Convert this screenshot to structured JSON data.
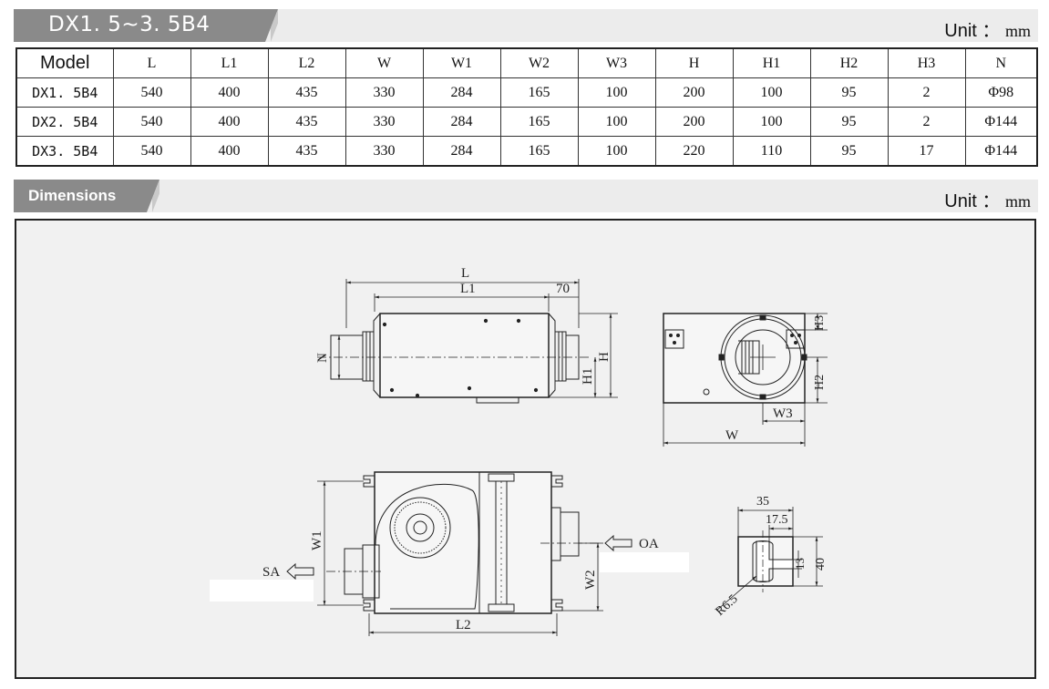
{
  "header": {
    "title": "DX1. 5~3. 5B4",
    "unit_label": "Unit",
    "unit_sep": "：",
    "unit_value": "mm"
  },
  "table": {
    "columns": [
      "Model",
      "L",
      "L1",
      "L2",
      "W",
      "W1",
      "W2",
      "W3",
      "H",
      "H1",
      "H2",
      "H3",
      "N"
    ],
    "rows": [
      [
        "DX1. 5B4",
        "540",
        "400",
        "435",
        "330",
        "284",
        "165",
        "100",
        "200",
        "100",
        "95",
        "2",
        "Φ98"
      ],
      [
        "DX2. 5B4",
        "540",
        "400",
        "435",
        "330",
        "284",
        "165",
        "100",
        "200",
        "100",
        "95",
        "2",
        "Φ144"
      ],
      [
        "DX3. 5B4",
        "540",
        "400",
        "435",
        "330",
        "284",
        "165",
        "100",
        "220",
        "110",
        "95",
        "17",
        "Φ144"
      ]
    ]
  },
  "dimensions_section": {
    "title": "Dimensions",
    "unit_label": "Unit",
    "unit_sep": "：",
    "unit_value": "mm"
  },
  "drawing_labels": {
    "L": "L",
    "L1": "L1",
    "d70": "70",
    "N": "N",
    "H": "H",
    "H1": "H1",
    "H3": "H3",
    "H2": "H2",
    "W3": "W3",
    "W": "W",
    "W1": "W1",
    "W2": "W2",
    "L2": "L2",
    "SA": "SA",
    "OA": "OA",
    "d35": "35",
    "d17_5": "17.5",
    "d13": "13",
    "d40": "40",
    "R6_5": "R6.5"
  }
}
